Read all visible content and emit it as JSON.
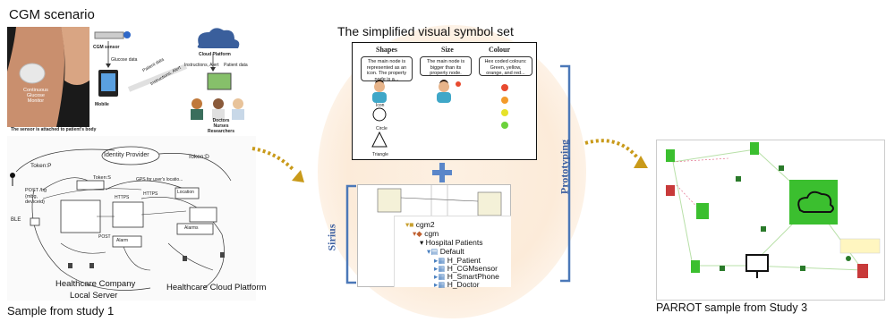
{
  "labels": {
    "cgm_scenario": "CGM scenario",
    "sample_study1": "Sample from study 1",
    "symbol_set_title": "The simplified visual symbol set",
    "sirius": "Sirius",
    "prototyping": "Prototyping",
    "parrot_sample": "PARROT sample from Study 3"
  },
  "cgm": {
    "device_label": "Continuous\nGlucose\nMonitor",
    "sensor_caption": "The sensor is attached to patient's body",
    "cgm_sensor": "CGM sensor",
    "glucose_data": "Glucose data",
    "mobile": "Mobile",
    "cloud_platform": "Cloud Platform",
    "instructions_alert": "Instructions, Alert",
    "patient_data": "Patient data",
    "patient_data_diag": "Patient data",
    "instructions_diag": "Instructions, Alert",
    "people": "Doctors\nNurses\nResearchers"
  },
  "study1": {
    "identity_provider": "Identity Provider",
    "token_p": "Token:P",
    "token_d": "Token:D",
    "token_s": "Token:S",
    "post_bg": "POST /bg\n{mbg,\ndeviceid}",
    "ble": "BLE",
    "https1": "HTTPS",
    "https2": "HTTPS",
    "gps": "GPS for user's locatio...",
    "location": "Location",
    "post": "POST",
    "alarm": "Alarm",
    "alarms": "Alarms",
    "healthcare_company": "Healthcare Company",
    "local_server": "Local Server",
    "healthcare_cloud": "Healthcare Cloud Platform"
  },
  "symbols": {
    "col_shapes": "Shapes",
    "col_size": "Size",
    "col_colour": "Colour",
    "shapes_text": "The main node is represented as an icon. The property node is a...",
    "size_text": "The main node is bigger than its property node.",
    "colour_text": "Hex coded colours: Green, yellow, orange, and red...",
    "icon": "Icon",
    "circle": "Circle",
    "triangle": "Triangle",
    "traffic_colors": [
      "#e84a2f",
      "#f39a2a",
      "#e6e22a",
      "#6cd23c"
    ]
  },
  "sirius_tree": {
    "items": [
      "cgm2",
      "cgm",
      "Hospital Patients",
      "Default",
      "H_Patient",
      "H_CGMsensor",
      "H_SmartPhone",
      "H_Doctor"
    ]
  },
  "colors": {
    "arrow_gold": "#c99a1a",
    "bracket": "#4b78b8",
    "plus": "#5a86c9",
    "parrot_green": "#3bbf2f"
  }
}
